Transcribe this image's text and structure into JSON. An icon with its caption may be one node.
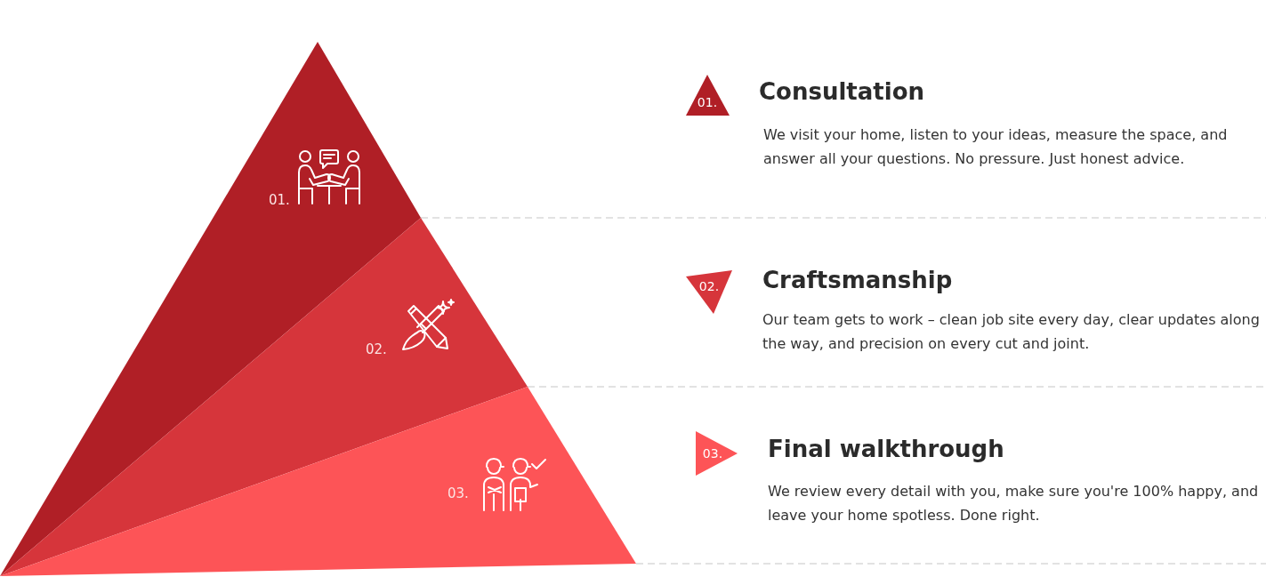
{
  "diagram": {
    "nodes": [
      {
        "text": [
          "01."
        ]
      },
      {
        "text": [
          "02."
        ]
      },
      {
        "text": [
          "03."
        ]
      },
      {
        "text": [
          "01."
        ],
        "beside": [
          "Consultation",
          "We visit your home, listen to your ideas, measure the space, and answer all your questions. No pressure. Just honest advice."
        ]
      },
      {
        "text": [
          "02."
        ],
        "beside": [
          "Craftsmanship",
          "Our team gets to work – clean job site every day, clear updates along the way, and precision on every cut and joint."
        ]
      },
      {
        "text": [
          "03."
        ],
        "beside": [
          "Final walkthrough",
          "We review every detail with you, make sure you're 100% happy, and leave your home spotless. Done right."
        ]
      }
    ]
  }
}
